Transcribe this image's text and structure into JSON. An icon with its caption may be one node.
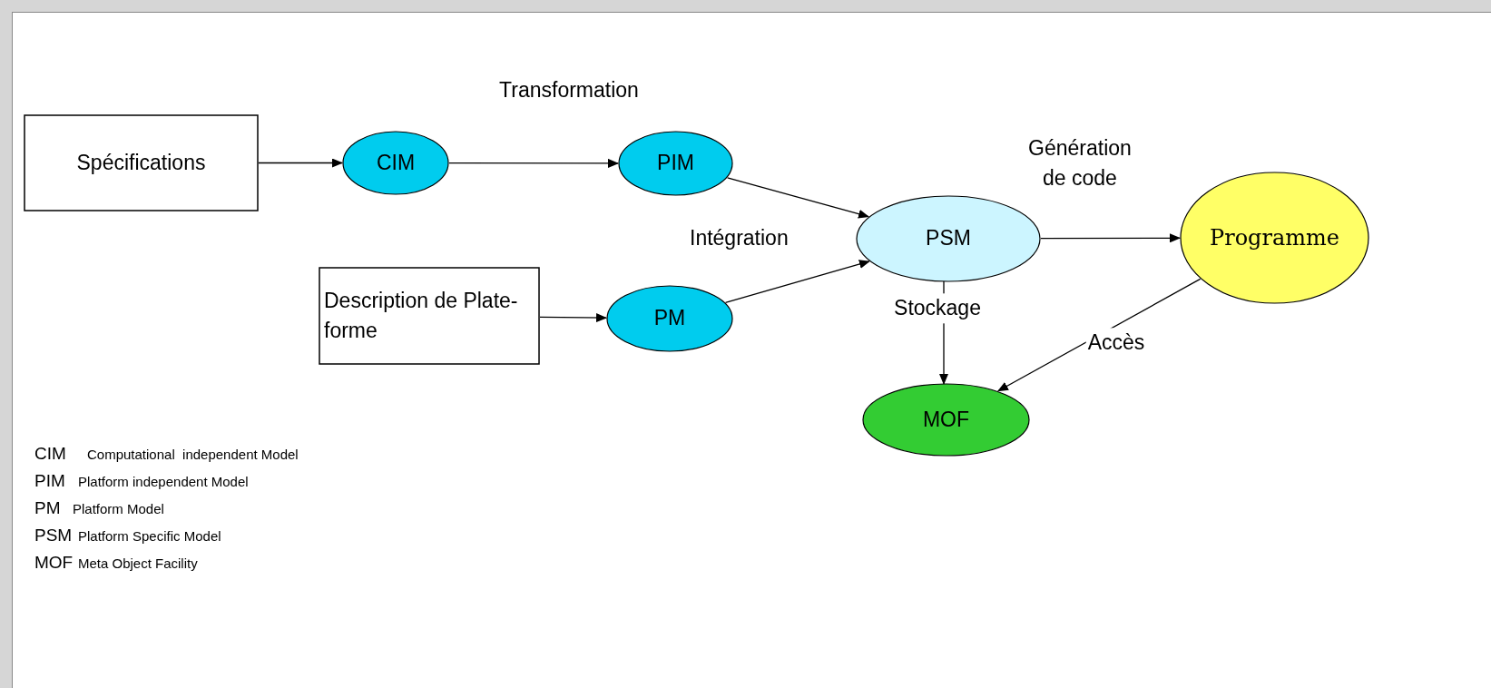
{
  "diagram": {
    "nodes": [
      {
        "text": [
          "Spécifications"
        ]
      },
      {
        "text": [
          "CIM"
        ]
      },
      {
        "text": [
          "PIM"
        ]
      },
      {
        "text": [
          "PSM"
        ]
      },
      {
        "text": [
          "Programme"
        ]
      },
      {
        "text": [
          "Description de Plate-forme"
        ]
      },
      {
        "text": [
          "PM"
        ]
      },
      {
        "text": [
          "MOF"
        ]
      }
    ],
    "edges": [
      {
        "from": 0,
        "to": 1,
        "arrow": "to"
      },
      {
        "from": 1,
        "to": 2,
        "arrow": "to",
        "label": "Transformation"
      },
      {
        "from": 2,
        "to": 3,
        "arrow": "to"
      },
      {
        "from": 5,
        "to": 6,
        "arrow": "to"
      },
      {
        "from": 6,
        "to": 3,
        "arrow": "to"
      },
      {
        "from": 3,
        "to": 4,
        "arrow": "to",
        "label": "Génération de code"
      },
      {
        "from": 3,
        "to": 7,
        "arrow": "to",
        "label": "Stockage"
      },
      {
        "from": 4,
        "to": 7,
        "arrow": "to",
        "label": "Accès"
      }
    ],
    "labels": [
      "Intégration",
      "CIM",
      "Computational  independent Model",
      "PIM",
      "Platform independent Model",
      "PM",
      "Platform Model",
      "PSM",
      "Platform Specific Model",
      "MOF",
      "Meta Object Facility"
    ]
  }
}
